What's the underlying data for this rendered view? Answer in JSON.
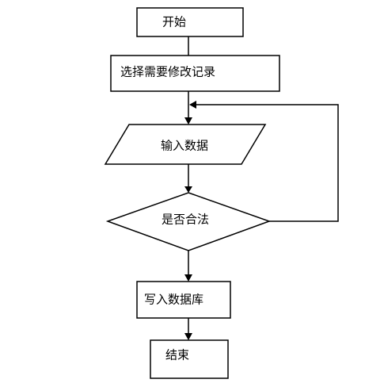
{
  "flowchart": {
    "nodes": {
      "start": {
        "label": "开始",
        "shape": "rectangle"
      },
      "select_record": {
        "label": "选择需要修改记录",
        "shape": "rectangle"
      },
      "input_data": {
        "label": "输入数据",
        "shape": "parallelogram"
      },
      "is_valid": {
        "label": "是否合法",
        "shape": "diamond"
      },
      "write_db": {
        "label": "写入数据库",
        "shape": "rectangle"
      },
      "end": {
        "label": "结束",
        "shape": "rectangle"
      }
    },
    "edges": [
      {
        "from": "start",
        "to": "select_record"
      },
      {
        "from": "select_record",
        "to": "input_data"
      },
      {
        "from": "input_data",
        "to": "is_valid"
      },
      {
        "from": "is_valid",
        "to": "write_db"
      },
      {
        "from": "is_valid",
        "to": "input_data",
        "route": "loop-right"
      },
      {
        "from": "write_db",
        "to": "end"
      }
    ]
  }
}
